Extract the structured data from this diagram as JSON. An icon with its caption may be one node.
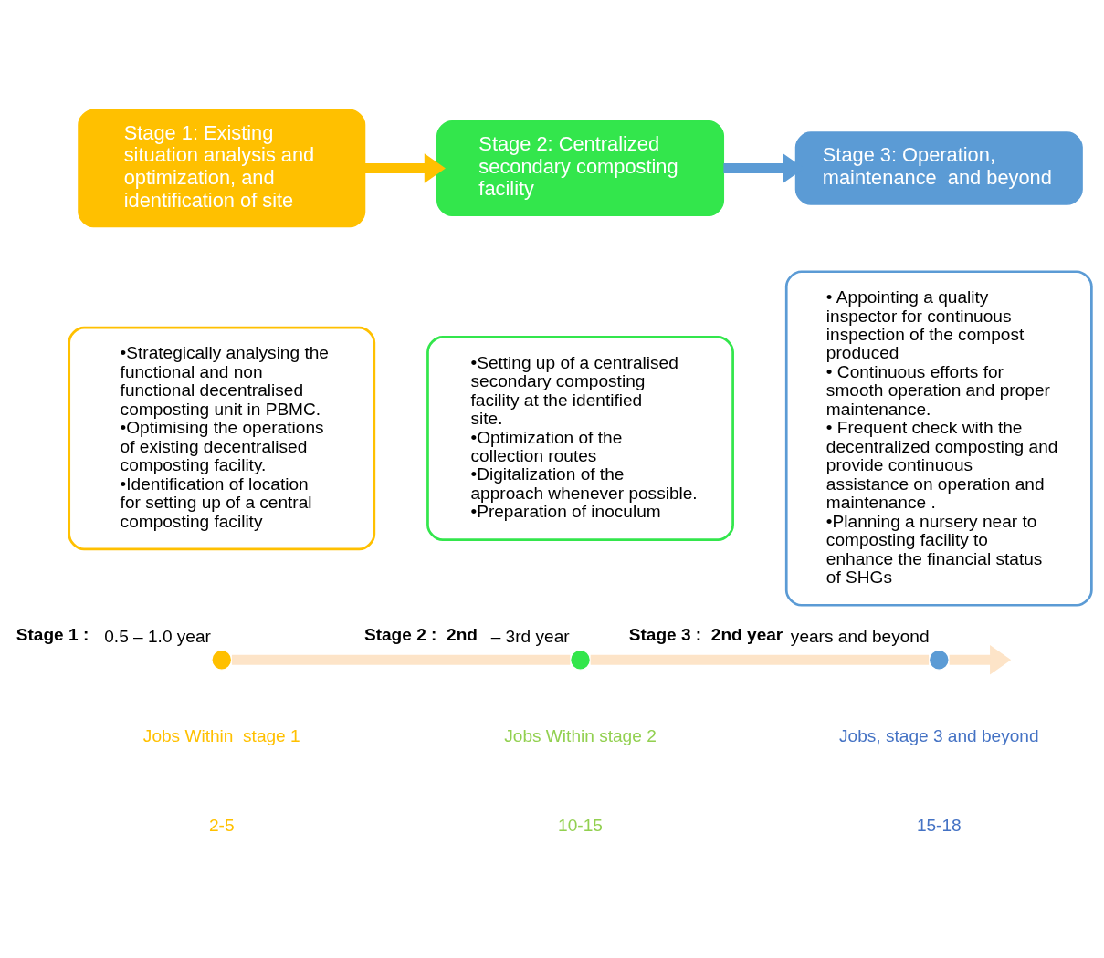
{
  "diagram": {
    "nodes": [
      {
        "text": [
          "Stage 1: Existing situation analysis and optimization, and identification of site"
        ]
      },
      {
        "text": [
          "•Strategically analysing the functional and non functional decentralised composting unit in PBMC.",
          "•Optimising the operations of existing decentralised composting facility.",
          "•Identification of location for setting up of a central composting facility"
        ]
      },
      {
        "text": [
          "Stage 2: Centralized secondary composting facility"
        ]
      },
      {
        "text": [
          "•Setting up of a centralised secondary composting facility at the identified site.",
          "•Optimization of the collection routes",
          "•Digitalization of the approach whenever possible.",
          "•Preparation of inoculum"
        ]
      },
      {
        "text": [
          "Stage 3: Operation, maintenance  and beyond"
        ]
      },
      {
        "text": [
          "• Appointing a quality inspector for continuous inspection of the compost produced",
          "• Continuous efforts for smooth operation and proper maintenance.",
          "• Frequent check with the decentralized composting and provide continuous assistance on operation and maintenance .",
          "•Planning a nursery near to composting facility to enhance the financial status of SHGs"
        ]
      },
      {
        "text": [],
        "shape": "circle",
        "beside": [
          "**Stage 1 :**  0.5 – 1.0 year"
        ]
      },
      {
        "text": [],
        "shape": "circle",
        "beside": [
          "**Stage 2 :  2nd**  – 3rd year"
        ]
      },
      {
        "text": [],
        "shape": "circle",
        "beside": [
          "**Stage 3 :  2nd year** years and beyond"
        ]
      }
    ],
    "edges": [
      {
        "from": 0,
        "to": 2,
        "arrow": "to",
        "color": "#ffc000"
      },
      {
        "from": 2,
        "to": 4,
        "arrow": "to",
        "color": "#5b9bd5"
      },
      {
        "from": 6,
        "to": 7,
        "arrow": "none",
        "color": "#fde4c8"
      },
      {
        "from": 7,
        "to": 8,
        "arrow": "none",
        "color": "#fde4c8"
      },
      {
        "from": 8,
        "to": null,
        "arrow": "to",
        "color": "#fde4c8"
      }
    ],
    "labels": [
      "Jobs Within  stage 1",
      "Jobs Within stage 2",
      "Jobs, stage 3 and beyond",
      "2-5",
      "10-15",
      "15-18"
    ]
  }
}
